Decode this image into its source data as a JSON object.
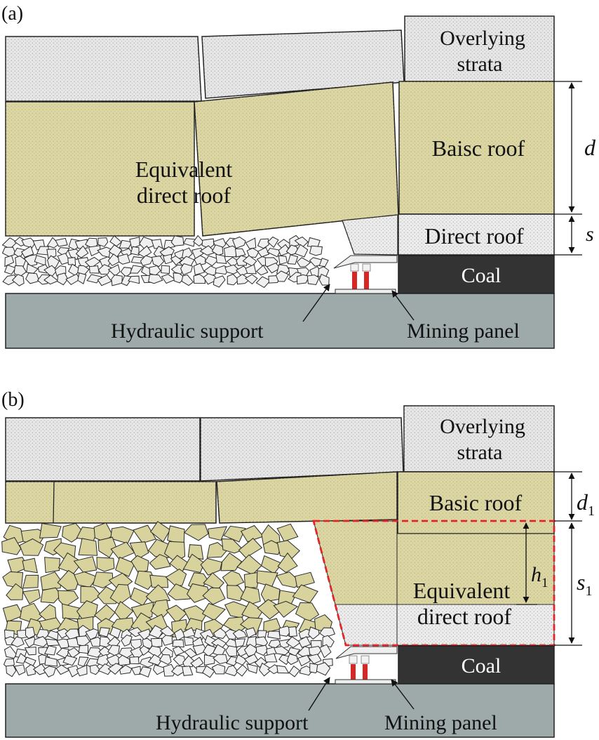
{
  "colors": {
    "stone_fill": "#e6e6e6",
    "roof_fill": "#dcd6a4",
    "direct_fill": "#ececec",
    "floor_fill": "#9eaaa9",
    "coal_fill": "#333333",
    "outline": "#222222",
    "red_dash": "#e0262b",
    "support_red": "#d62727"
  },
  "panel_a": {
    "label": "(a)",
    "overlying": "Overlying strata",
    "basic_roof": "Baisc roof",
    "equivalent_line1": "Equivalent",
    "equivalent_line2": "direct roof",
    "direct_roof": "Direct roof",
    "coal": "Coal",
    "hydraulic": "Hydraulic support",
    "mining": "Mining panel",
    "dim_d": "d",
    "dim_s": "s"
  },
  "panel_b": {
    "label": "(b)",
    "overlying": "Overlying strata",
    "basic_roof": "Basic roof",
    "equivalent_line1": "Equivalent",
    "equivalent_line2": "direct roof",
    "coal": "Coal",
    "hydraulic": "Hydraulic support",
    "mining": "Mining panel",
    "dim_d1": "d",
    "dim_d1_sub": "1",
    "dim_s1": "s",
    "dim_s1_sub": "1",
    "dim_h1": "h",
    "dim_h1_sub": "1"
  }
}
